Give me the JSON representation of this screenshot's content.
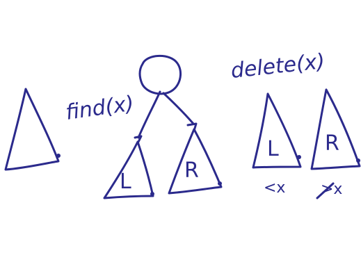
{
  "diagram": {
    "ink_color": "#2b2a8c",
    "background": "#ffffff",
    "labels": {
      "find": "find(x)",
      "delete": "delete(x)"
    },
    "root_tree": {
      "left_subtree": "L",
      "right_subtree": "R"
    },
    "after_delete": {
      "left_subtree": "L",
      "left_condition": "<x",
      "right_subtree": "R",
      "right_condition": ">x"
    }
  }
}
